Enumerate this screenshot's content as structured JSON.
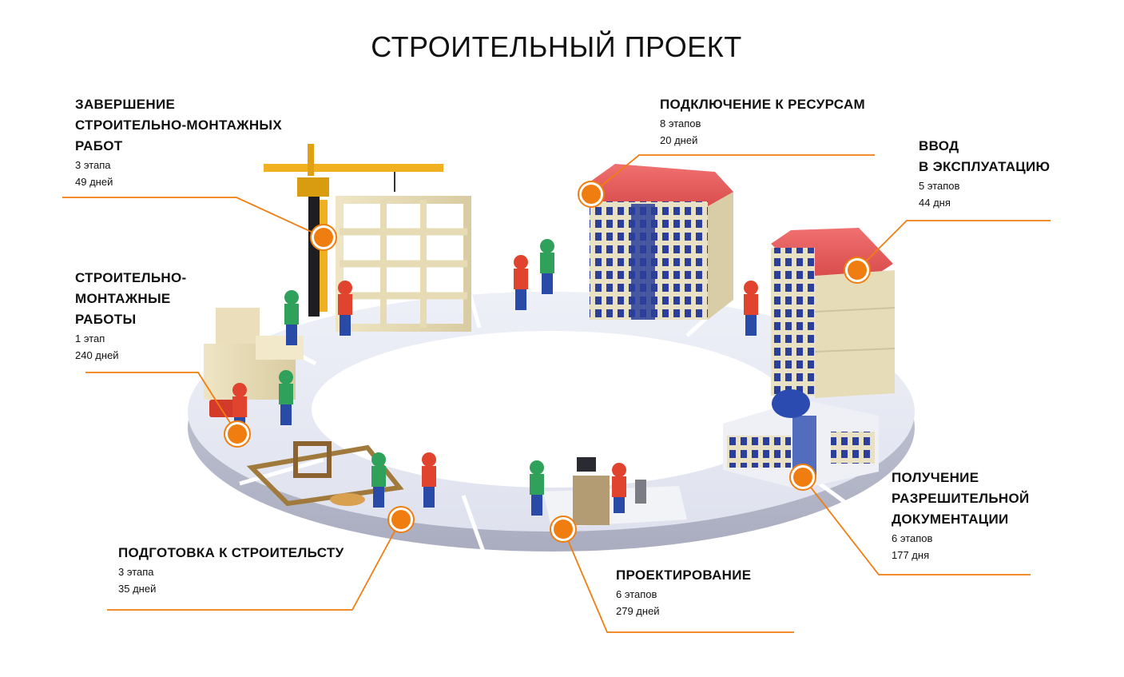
{
  "title": "СТРОИТЕЛЬНЫЙ ПРОЕКТ",
  "accent_color": "#f07d10",
  "stages": [
    {
      "id": "completion",
      "lines": [
        "ЗАВЕРШЕНИЕ",
        "СТРОИТЕЛЬНО-МОНТАЖНЫХ",
        "РАБОТ"
      ],
      "steps": "3 этапа",
      "days": "49 дней"
    },
    {
      "id": "resources",
      "lines": [
        "ПОДКЛЮЧЕНИЕ К РЕСУРСАМ"
      ],
      "steps": "8 этапов",
      "days": "20 дней"
    },
    {
      "id": "commissioning",
      "lines": [
        "ВВОД",
        "В ЭКСПЛУАТАЦИЮ"
      ],
      "steps": "5 этапов",
      "days": "44 дня"
    },
    {
      "id": "construction",
      "lines": [
        "СТРОИТЕЛЬНО-",
        "МОНТАЖНЫЕ",
        "РАБОТЫ"
      ],
      "steps": "1 этап",
      "days": "240 дней"
    },
    {
      "id": "permits",
      "lines": [
        "ПОЛУЧЕНИЕ",
        "РАЗРЕШИТЕЛЬНОЙ",
        "ДОКУМЕНТАЦИИ"
      ],
      "steps": "6 этапов",
      "days": "177 дня"
    },
    {
      "id": "preparation",
      "lines": [
        "ПОДГОТОВКА К СТРОИТЕЛЬСТУ"
      ],
      "steps": "3 этапа",
      "days": "35 дней"
    },
    {
      "id": "design",
      "lines": [
        "ПРОЕКТИРОВАНИЕ"
      ],
      "steps": "6 этапов",
      "days": "279 дней"
    }
  ]
}
